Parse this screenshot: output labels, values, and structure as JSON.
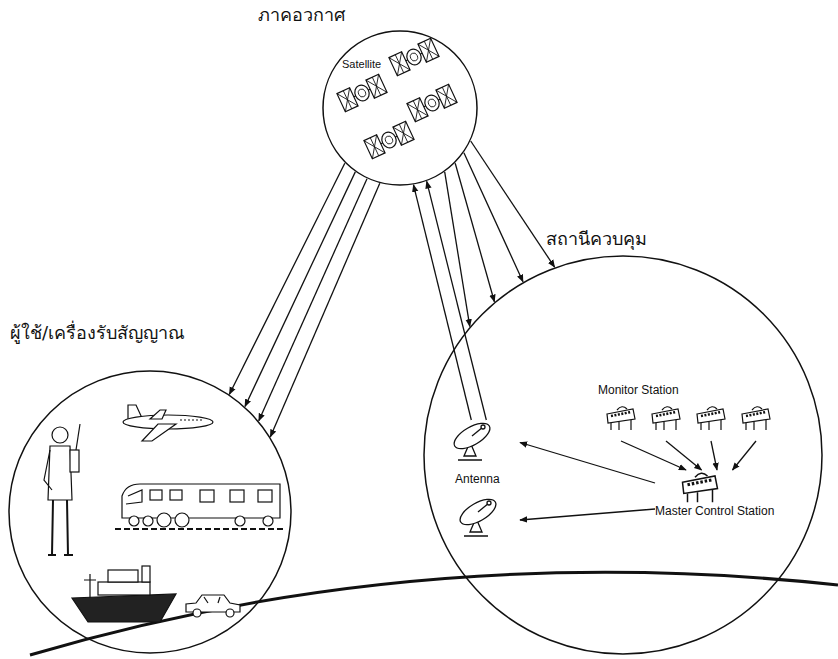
{
  "diagram": {
    "nodes": [
      {
        "text": [
          "ภาคอวกาศ",
          "Satellite"
        ]
      },
      {
        "text": [
          "ผู้ใช้/เครื่องรับสัญญาณ"
        ]
      },
      {
        "text": [
          "สถานีควบคุม"
        ]
      },
      {
        "text": [
          "Monitor Station"
        ],
        "in": 2
      },
      {
        "text": [
          "Master Control Station"
        ],
        "in": 2
      },
      {
        "text": [
          "Antenna"
        ],
        "in": 2
      }
    ],
    "edges": [
      {
        "from": 0,
        "to": 1,
        "arrow": "to"
      },
      {
        "from": 0,
        "to": 1,
        "arrow": "to"
      },
      {
        "from": 0,
        "to": 1,
        "arrow": "to"
      },
      {
        "from": 0,
        "to": 1,
        "arrow": "to"
      },
      {
        "from": 0,
        "to": 2,
        "arrow": "to"
      },
      {
        "from": 0,
        "to": 2,
        "arrow": "to"
      },
      {
        "from": 0,
        "to": 2,
        "arrow": "to"
      },
      {
        "from": 0,
        "to": 2,
        "arrow": "to"
      },
      {
        "from": 5,
        "to": 0,
        "arrow": "to"
      },
      {
        "from": 5,
        "to": 0,
        "arrow": "to"
      },
      {
        "from": 3,
        "to": 4,
        "arrow": "to"
      },
      {
        "from": 3,
        "to": 4,
        "arrow": "to"
      },
      {
        "from": 3,
        "to": 4,
        "arrow": "to"
      },
      {
        "from": 3,
        "to": 4,
        "arrow": "to"
      },
      {
        "from": 4,
        "to": 5,
        "arrow": "to"
      },
      {
        "from": 4,
        "to": 5,
        "arrow": "to"
      }
    ]
  }
}
